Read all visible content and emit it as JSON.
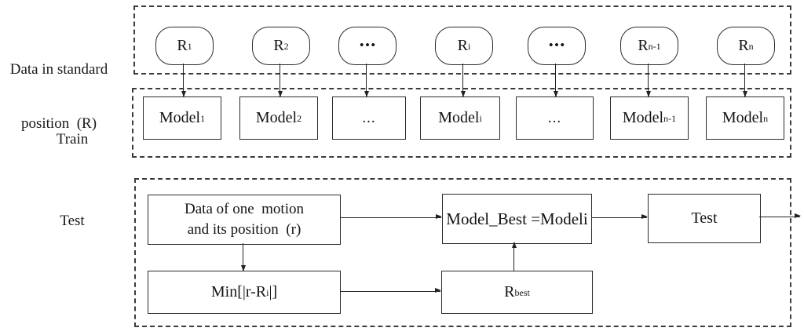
{
  "colors": {
    "background": "#ffffff",
    "line": "#222222",
    "border": "#2b2b2b",
    "dashed_border": "#3b3b3b"
  },
  "side_labels": {
    "row1_line1": "Data in standard",
    "row1_line2": "position  (R)",
    "train": "Train",
    "test": "Test"
  },
  "standard_position_row": {
    "items": [
      {
        "base": "R",
        "sub": "1"
      },
      {
        "base": "R",
        "sub": "2"
      },
      {
        "base": "•••",
        "sub": ""
      },
      {
        "base": "R",
        "sub": "i"
      },
      {
        "base": "•••",
        "sub": ""
      },
      {
        "base": "R",
        "sub": "n-1"
      },
      {
        "base": "R",
        "sub": "n"
      }
    ]
  },
  "train_row": {
    "items": [
      {
        "base": "Model",
        "sub": "1"
      },
      {
        "base": "Model",
        "sub": "2"
      },
      {
        "base": "...",
        "sub": ""
      },
      {
        "base": "Model",
        "sub": "i"
      },
      {
        "base": "...",
        "sub": ""
      },
      {
        "base": "Model",
        "sub": "n-1"
      },
      {
        "base": "Model",
        "sub": "n"
      }
    ]
  },
  "test_section": {
    "data_box_line1": "Data of one  motion",
    "data_box_line2": "and its position  (r)",
    "min_box": {
      "pre": "Min[|r-R",
      "sub": "i",
      "post": "|]"
    },
    "model_best_box": "Model_Best =Modeli",
    "test_box": "Test",
    "r_best_box": {
      "base": "R",
      "sub": "best"
    }
  }
}
